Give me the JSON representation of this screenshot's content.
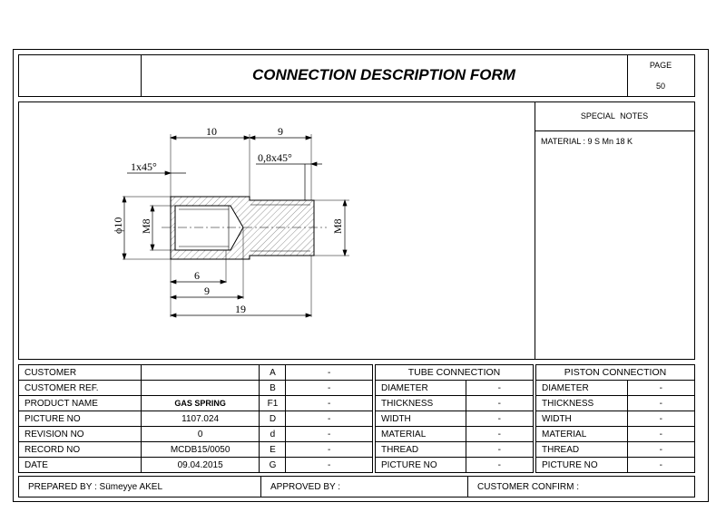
{
  "header": {
    "title": "CONNECTION DESCRIPTION FORM",
    "page_label": "PAGE",
    "page_number": "50"
  },
  "notes": {
    "heading": "SPECIAL  NOTES",
    "material_note": "MATERIAL : 9 S Mn 18 K"
  },
  "drawing": {
    "dim_10": "10",
    "dim_9_top": "9",
    "chamfer_1": "1x45°",
    "chamfer_2": "0,8x45°",
    "dia_10": "ϕ10",
    "thread_left": "M8",
    "thread_right": "M8",
    "dim_6": "6",
    "dim_9_bottom": "9",
    "dim_19": "19"
  },
  "info_table": {
    "rows": [
      {
        "label": "CUSTOMER",
        "value": "",
        "letter": "A",
        "letter_value": "-"
      },
      {
        "label": "CUSTOMER REF.",
        "value": "",
        "letter": "B",
        "letter_value": "-"
      },
      {
        "label": "PRODUCT NAME",
        "value": "GAS SPRING",
        "letter": "F1",
        "letter_value": "-"
      },
      {
        "label": "PICTURE NO",
        "value": "1107.024",
        "letter": "D",
        "letter_value": "-"
      },
      {
        "label": "REVISION NO",
        "value": "0",
        "letter": "d",
        "letter_value": "-"
      },
      {
        "label": "RECORD NO",
        "value": "MCDB15/0050",
        "letter": "E",
        "letter_value": "-"
      },
      {
        "label": "DATE",
        "value": "09.04.2015",
        "letter": "G",
        "letter_value": "-"
      }
    ]
  },
  "tube_connection": {
    "title": "TUBE CONNECTION",
    "rows": [
      {
        "label": "DIAMETER",
        "value": "-"
      },
      {
        "label": "THICKNESS",
        "value": "-"
      },
      {
        "label": "WIDTH",
        "value": "-"
      },
      {
        "label": "MATERIAL",
        "value": "-"
      },
      {
        "label": "THREAD",
        "value": "-"
      },
      {
        "label": "PICTURE NO",
        "value": "-"
      }
    ]
  },
  "piston_connection": {
    "title": "PISTON CONNECTION",
    "rows": [
      {
        "label": "DIAMETER",
        "value": "-"
      },
      {
        "label": "THICKNESS",
        "value": "-"
      },
      {
        "label": "WIDTH",
        "value": "-"
      },
      {
        "label": "MATERIAL",
        "value": "-"
      },
      {
        "label": "THREAD",
        "value": "-"
      },
      {
        "label": "PICTURE NO",
        "value": "-"
      }
    ]
  },
  "footer": {
    "prepared_by": "PREPARED BY : Sümeyye AKEL",
    "approved_by": "APPROVED BY :",
    "customer_confirm": "CUSTOMER CONFIRM :"
  }
}
